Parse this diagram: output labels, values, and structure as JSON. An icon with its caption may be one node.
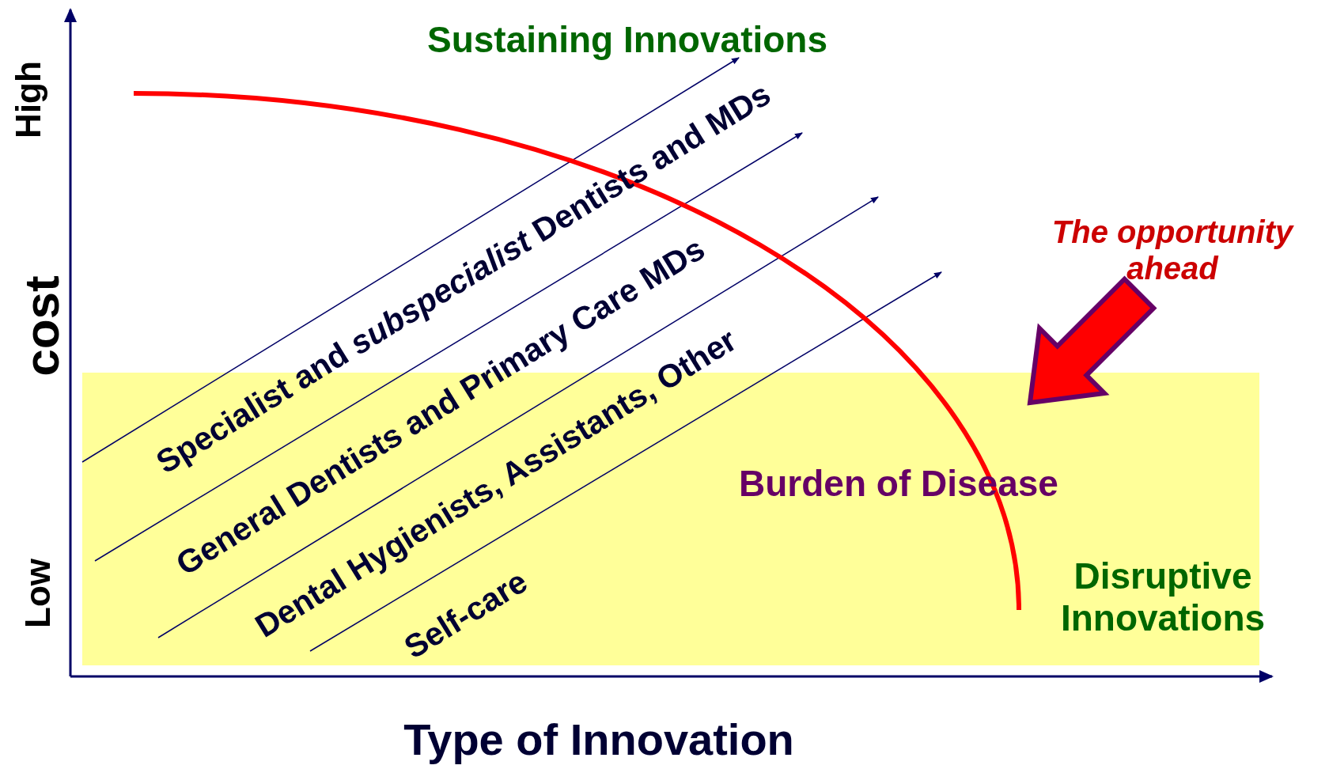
{
  "diagram": {
    "labels": [
      "Sustaining Innovations",
      "High",
      "Specialist and *subspecialist* Dentists and MDs",
      "The opportunity ahead",
      "General Dentists and Primary Care MDs",
      "cost",
      "Dental Hygienists, Assistants, Other",
      "Burden of Disease",
      "Disruptive Innovations",
      "Low",
      "Self-care",
      "Type of Innovation"
    ]
  }
}
